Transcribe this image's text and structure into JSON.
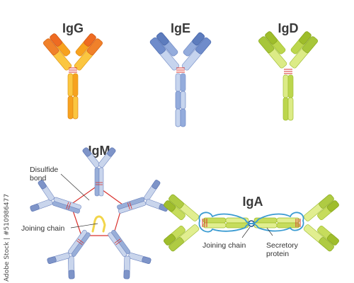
{
  "titles": {
    "igg": "IgG",
    "ige": "IgE",
    "igd": "IgD",
    "igm": "IgM",
    "iga": "IgA"
  },
  "labels": {
    "disulfide_bond": [
      "Disulfide",
      "bond"
    ],
    "joining_chain_igm": "Joining chain",
    "joining_chain_iga": "Joining chain",
    "secretory_protein": [
      "Secretory",
      "protein"
    ]
  },
  "watermark": "Adobe Stock | #510986477",
  "colors": {
    "igg": {
      "light": "#fbc640",
      "mid": "#f7a21f",
      "dark": "#ee6b22",
      "accent": "#f0812a"
    },
    "ige": {
      "light": "#c6d4ee",
      "mid": "#94acdc",
      "dark": "#5d7cbd",
      "accent": "#6f8ccb"
    },
    "igd": {
      "light": "#dceb86",
      "mid": "#bcd64d",
      "dark": "#9ebd2b",
      "accent": "#a7c63a"
    },
    "igm": {
      "light": "#c9d5ec",
      "mid": "#98aed8",
      "dark": "#6f86c0",
      "accent": "#7e94c8"
    },
    "iga": {
      "light": "#e1ee90",
      "mid": "#c6dc5c",
      "dark": "#9fbd2c",
      "accent": "#afcb43"
    },
    "disulfide": "#d9302c",
    "joining_chain_igm": "#f2d54a",
    "secretory_protein": "#3a9bd2"
  }
}
